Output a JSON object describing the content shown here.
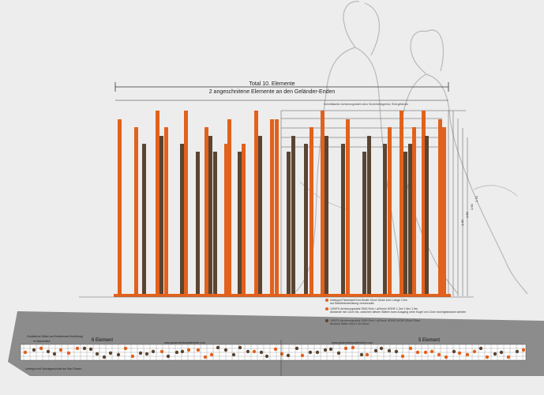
{
  "title": "Total 10. Elemente",
  "subtitle": "2 angeschnitene Elemente an den Geländer-Enden",
  "top_note": "Schnittkanten Armierungsstahl oben Sicherheitsgerüst, Rohrgeländer",
  "legend": [
    {
      "label": "Untergurt Flachstahl Korr-Breite 10cm/ Dicke 1cm/ Länge 2.5m",
      "extra": "auf Stahlbetonbrüstung verschraubt"
    },
    {
      "label": "1000TK Armierungsstahl S500 Rohr / ø20mm/ HÖHE 1.3m/ 1.6m/ 1.5m",
      "extra": "Abstände min 12cm bis, zwischen diesen Stäben kann Ausgang ohne Kugel von 12cm durchgestossen werden"
    },
    {
      "label": "1000TK Armierungsstahl S500 Rohr / ø20mm/ HÖHE 60CM/ 90cm/ 90cm",
      "extra": "Abstand Stäbe mind 1.3m frisch"
    }
  ],
  "strip": {
    "left_top": "Zusätzliche Stäbe am Endelement/ Aufteilung",
    "left_sub": "im Bauverlauf",
    "bottom_left": "Untergurt mit Schräganschnitt am Bau/ Rasen",
    "center_left": "www.gelaenderbauelemente.com",
    "center_right": "www.gelaenderbauelemente.com",
    "element_left": "6 Element",
    "element_right": "5 Element"
  },
  "colors": {
    "orange": "#e2611c",
    "brown": "#5a4532",
    "strip": "#8c8c8c",
    "background": "#ededed"
  },
  "dimensions": [
    "1.40",
    "1.50",
    "1.60",
    "1.70"
  ]
}
